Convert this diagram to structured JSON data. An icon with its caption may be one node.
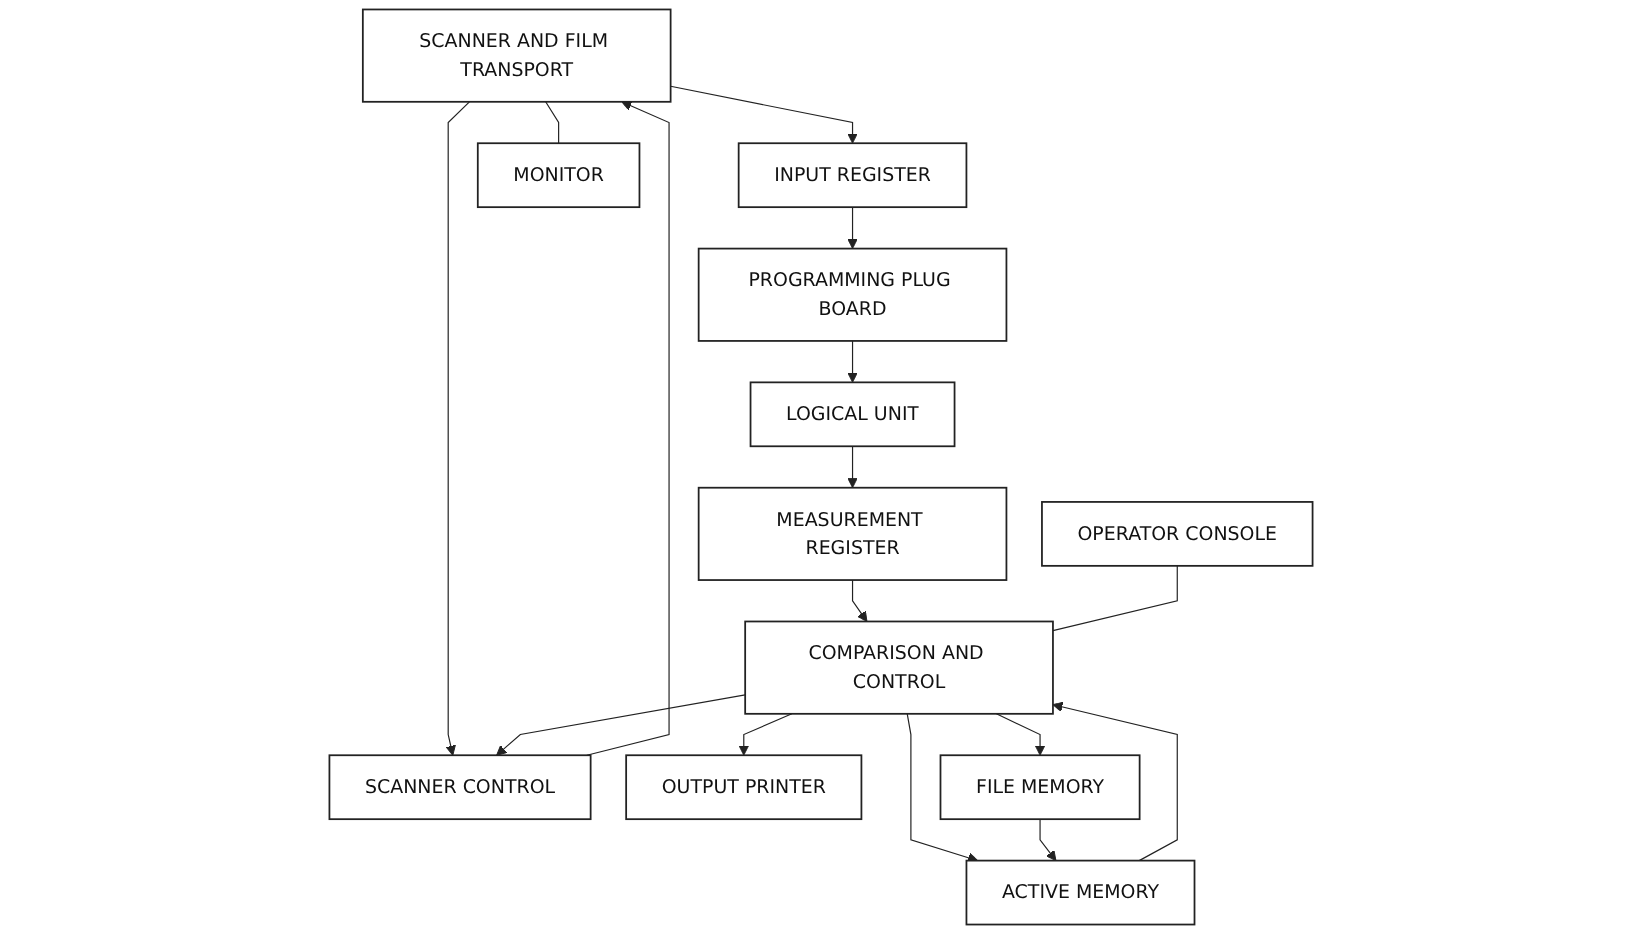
{
  "diagram": {
    "nodes": [
      {
        "text": [
          "SCANNER AND FILM TRANSPORT"
        ]
      },
      {
        "text": [
          "INPUT REGISTER"
        ]
      },
      {
        "text": [
          "SCANNER CONTROL"
        ]
      },
      {
        "text": [
          "PROGRAMMING PLUG BOARD"
        ]
      },
      {
        "text": [
          "LOGICAL UNIT"
        ]
      },
      {
        "text": [
          "MEASUREMENT REGISTER"
        ]
      },
      {
        "text": [
          "COMPARISON AND CONTROL"
        ]
      },
      {
        "text": [
          "OUTPUT PRINTER"
        ]
      },
      {
        "text": [
          "MONITOR"
        ]
      },
      {
        "text": [
          "OPERATOR CONSOLE"
        ]
      },
      {
        "text": [
          "FILE MEMORY"
        ]
      },
      {
        "text": [
          "ACTIVE MEMORY"
        ]
      }
    ],
    "edges": [
      {
        "from": 0,
        "to": 1,
        "arrow": "to"
      },
      {
        "from": 0,
        "to": 8,
        "arrow": "none"
      },
      {
        "from": 0,
        "to": 2,
        "arrow": "to"
      },
      {
        "from": 2,
        "to": 0,
        "arrow": "to"
      },
      {
        "from": 1,
        "to": 3,
        "arrow": "to"
      },
      {
        "from": 3,
        "to": 4,
        "arrow": "to"
      },
      {
        "from": 4,
        "to": 5,
        "arrow": "to"
      },
      {
        "from": 5,
        "to": 6,
        "arrow": "to"
      },
      {
        "from": 6,
        "to": 2,
        "arrow": "to"
      },
      {
        "from": 9,
        "to": 6,
        "arrow": "none"
      },
      {
        "from": 6,
        "to": 7,
        "arrow": "to"
      },
      {
        "from": 6,
        "to": 10,
        "arrow": "to"
      },
      {
        "from": 6,
        "to": 11,
        "arrow": "to"
      },
      {
        "from": 11,
        "to": 6,
        "arrow": "to"
      },
      {
        "from": 10,
        "to": 11,
        "arrow": "to"
      }
    ]
  }
}
